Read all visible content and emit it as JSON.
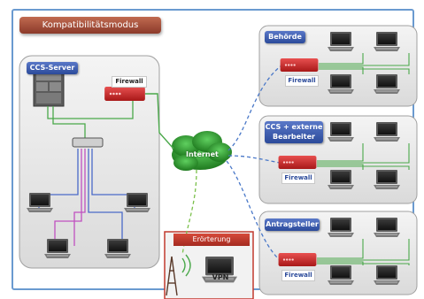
{
  "title": "Kompatibilitätsmodus",
  "nodes": {
    "ccs_server": "CCS-Server",
    "firewall": "Firewall",
    "internet": "Internet",
    "behoerde": "Behörde",
    "ccs_externe": [
      "CCS + externe",
      "Bearbeiter"
    ],
    "antragsteller": "Antragsteller",
    "eroerterung": "Erörterung",
    "vpn": "VPN"
  },
  "colors": {
    "frame": "#6a9ad0",
    "title_banner": "#a04a36",
    "site_tag": "#2b4a9a",
    "firewall": "#d02a2a",
    "cloud": "#2e8a2e",
    "dashed_link_internal": "#4a78c8",
    "dashed_link_vpn": "#7ac04a",
    "eroerterung_tag": "#c23a2e",
    "line_green": "#4aa84a",
    "line_magenta": "#c050c0",
    "line_blue": "#4a6ac8"
  }
}
